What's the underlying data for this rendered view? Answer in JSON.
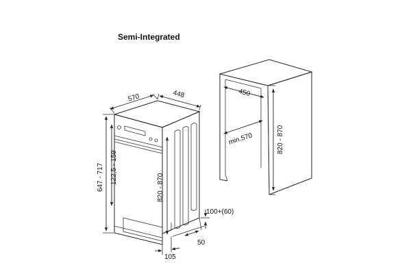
{
  "title": "Semi-Integrated",
  "dishwasher": {
    "depth": "570",
    "width": "448",
    "height_total": "647 - 717",
    "panel_height": "122,5 - 159",
    "niche_height": "820 - 870",
    "plinth": "100+(60)",
    "offset_bottom": "50",
    "offset_front": "105"
  },
  "niche": {
    "width": "450",
    "depth": "min.570",
    "height": "820 - 870"
  }
}
